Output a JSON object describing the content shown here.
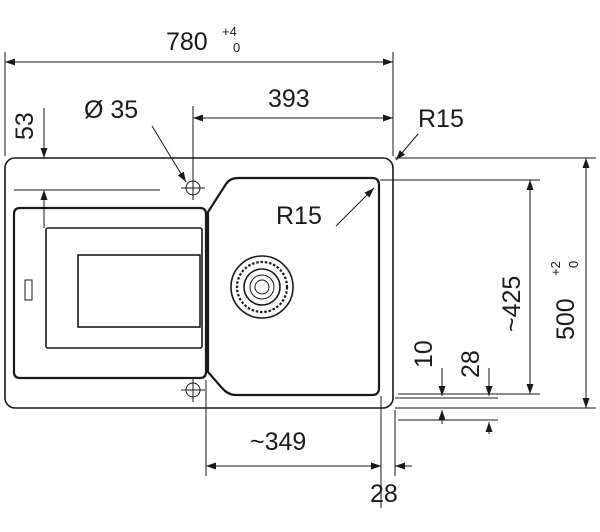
{
  "dimensions": {
    "overall_width": {
      "value": "780",
      "tol_upper": "+4",
      "tol_lower": "0"
    },
    "overall_depth": {
      "value": "500",
      "tol_upper": "+2",
      "tol_lower": "0"
    },
    "bowl_width": "393",
    "tap_hole": "Ø 35",
    "tap_offset": "53",
    "corner_radius_outer": "R15",
    "corner_radius_bowl": "R15",
    "bowl_depth": "~425",
    "rim_10": "10",
    "rim_28_vertical": "28",
    "drainer_width": "~349",
    "rim_28_bottom": "28"
  }
}
